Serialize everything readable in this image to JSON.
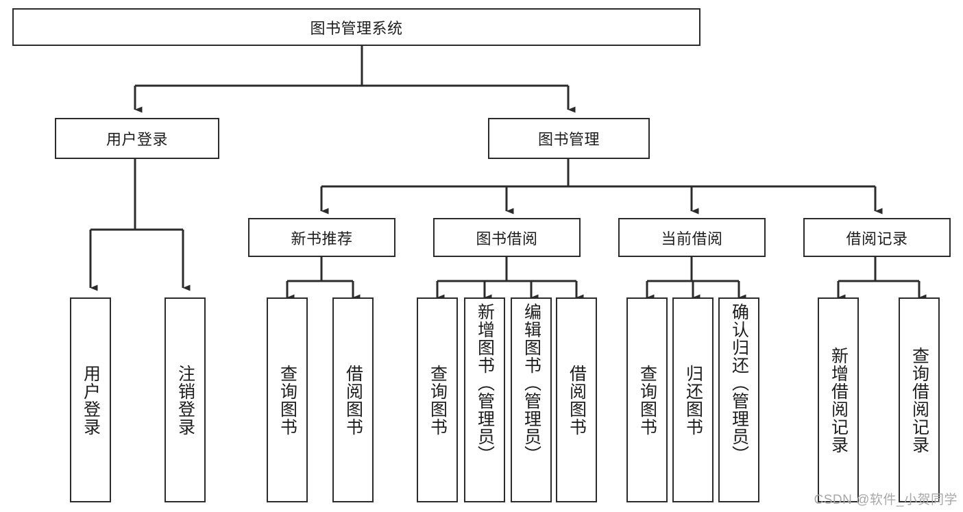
{
  "diagram": {
    "title": "图书管理系统",
    "type": "tree",
    "colors": {
      "background": "#ffffff",
      "border": "#2b2b2b",
      "text": "#1d1d1d",
      "connector": "#2b2b2b",
      "watermark": "#a8a8a8"
    },
    "levels": {
      "root": [
        "图书管理系统"
      ],
      "level2": [
        "用户登录",
        "图书管理"
      ],
      "level3": [
        "新书推荐",
        "图书借阅",
        "当前借阅",
        "借阅记录"
      ],
      "leaves": [
        "用户登录",
        "注销登录",
        "查询图书",
        "借阅图书",
        "查询图书",
        "新增图书（管理员）",
        "编辑图书（管理员）",
        "借阅图书",
        "查询图书",
        "归还图书",
        "确认归还（管理员）",
        "新增借阅记录",
        "查询借阅记录"
      ]
    },
    "nodes": {
      "root": {
        "label": "图书管理系统"
      },
      "user_login": {
        "label": "用户登录"
      },
      "book_manage": {
        "label": "图书管理"
      },
      "new_book_rec": {
        "label": "新书推荐"
      },
      "book_borrow": {
        "label": "图书借阅"
      },
      "current_borrow": {
        "label": "当前借阅"
      },
      "borrow_record": {
        "label": "借阅记录"
      },
      "leaf_user_login": {
        "label": "用户登录"
      },
      "leaf_logout": {
        "label": "注销登录"
      },
      "leaf_query_book_a": {
        "label": "查询图书"
      },
      "leaf_borrow_book_a": {
        "label": "借阅图书"
      },
      "leaf_query_book_b": {
        "label": "查询图书"
      },
      "leaf_add_book": {
        "label": "新增图书（管理员）"
      },
      "leaf_edit_book": {
        "label": "编辑图书（管理员）"
      },
      "leaf_borrow_book_b": {
        "label": "借阅图书"
      },
      "leaf_query_book_c": {
        "label": "查询图书"
      },
      "leaf_return_book": {
        "label": "归还图书"
      },
      "leaf_confirm_return": {
        "label": "确认归还（管理员）"
      },
      "leaf_add_record": {
        "label": "新增借阅记录"
      },
      "leaf_query_record": {
        "label": "查询借阅记录"
      }
    },
    "edges": [
      {
        "from": "root",
        "to": "user_login"
      },
      {
        "from": "root",
        "to": "book_manage"
      },
      {
        "from": "user_login",
        "to": "leaf_user_login"
      },
      {
        "from": "user_login",
        "to": "leaf_logout"
      },
      {
        "from": "book_manage",
        "to": "new_book_rec"
      },
      {
        "from": "book_manage",
        "to": "book_borrow"
      },
      {
        "from": "book_manage",
        "to": "current_borrow"
      },
      {
        "from": "book_manage",
        "to": "borrow_record"
      },
      {
        "from": "new_book_rec",
        "to": "leaf_query_book_a"
      },
      {
        "from": "new_book_rec",
        "to": "leaf_borrow_book_a"
      },
      {
        "from": "book_borrow",
        "to": "leaf_query_book_b"
      },
      {
        "from": "book_borrow",
        "to": "leaf_add_book"
      },
      {
        "from": "book_borrow",
        "to": "leaf_edit_book"
      },
      {
        "from": "book_borrow",
        "to": "leaf_borrow_book_b"
      },
      {
        "from": "current_borrow",
        "to": "leaf_query_book_c"
      },
      {
        "from": "current_borrow",
        "to": "leaf_return_book"
      },
      {
        "from": "current_borrow",
        "to": "leaf_confirm_return"
      },
      {
        "from": "borrow_record",
        "to": "leaf_add_record"
      },
      {
        "from": "borrow_record",
        "to": "leaf_query_record"
      }
    ]
  },
  "watermark": {
    "text": "CSDN @软件_小贺同学"
  }
}
